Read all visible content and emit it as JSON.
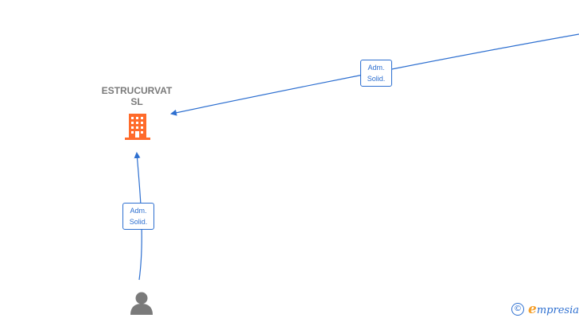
{
  "nodes": {
    "company": {
      "name_line1": "ESTRUCURVAT",
      "name_line2": "SL",
      "icon": "building-icon",
      "color": "#ff6b2b"
    },
    "person": {
      "icon": "person-icon",
      "color": "#7a7a7a"
    }
  },
  "edges": {
    "top": {
      "line1": "Adm.",
      "line2": "Solid."
    },
    "bottom": {
      "line1": "Adm.",
      "line2": "Solid."
    },
    "color": "#2d6fd0"
  },
  "watermark": {
    "copyright_symbol": "©",
    "brand_initial": "e",
    "brand_rest": "mpresia"
  }
}
